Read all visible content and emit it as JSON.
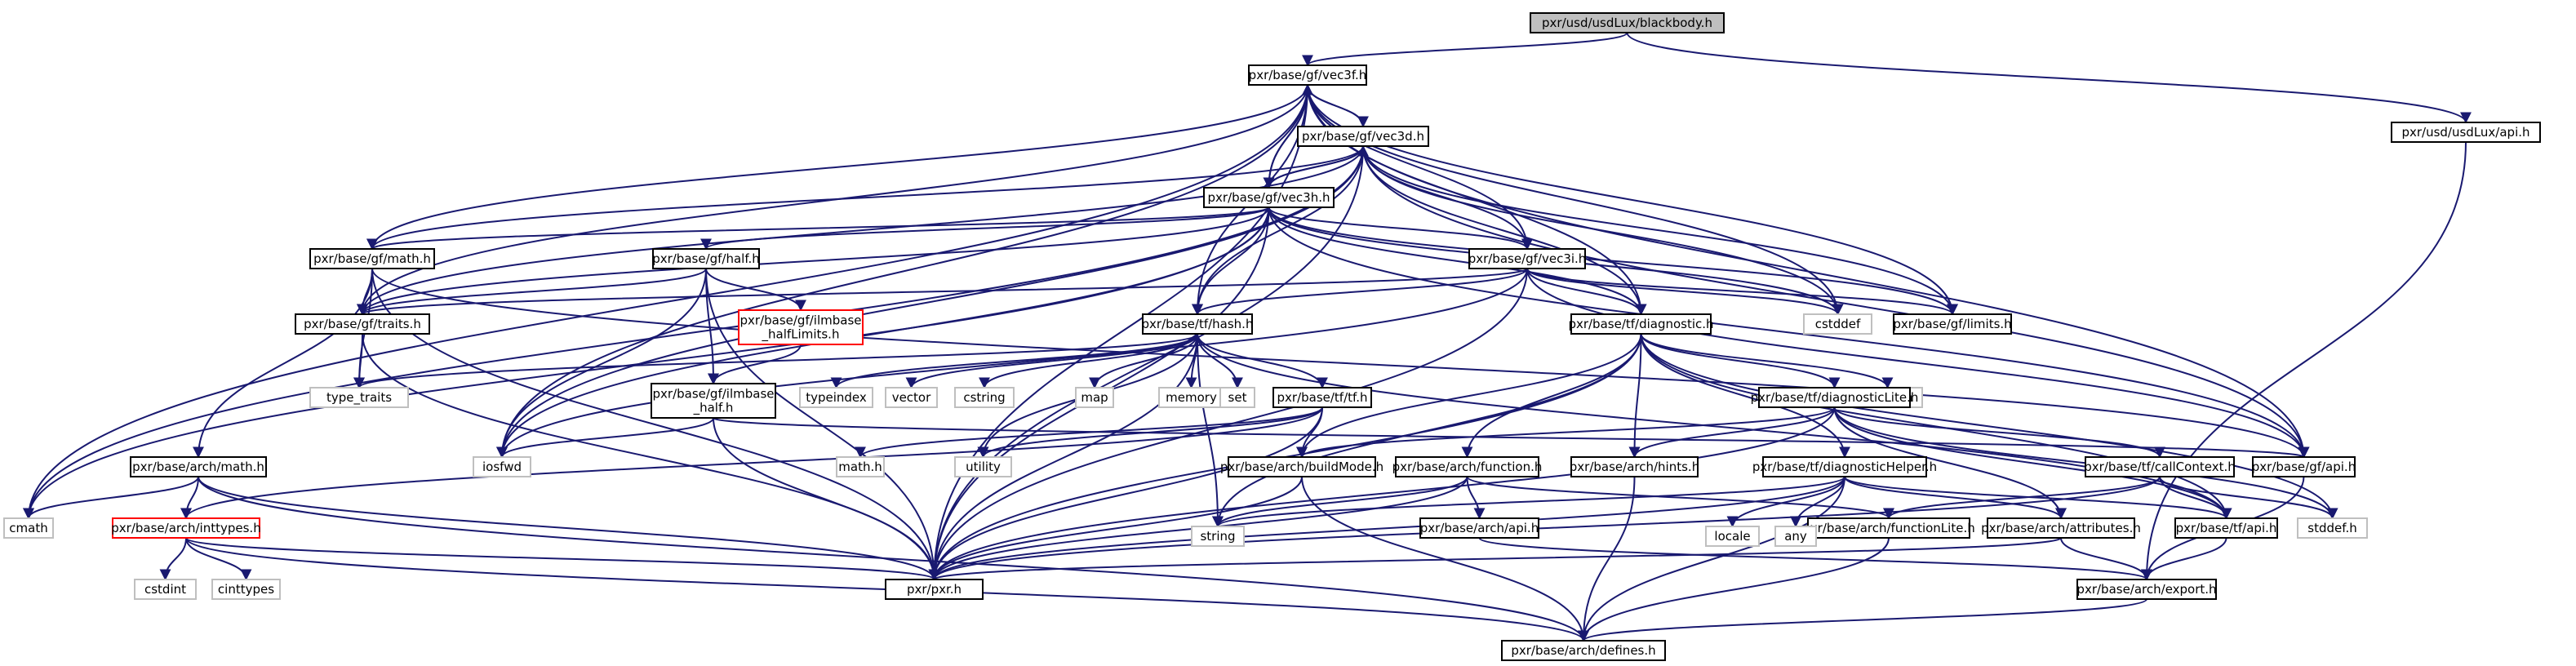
{
  "graph": {
    "nodes": [
      {
        "id": "blackbody",
        "lines": [
          "pxr/usd/usdLux/blackbody.h"
        ],
        "kind": "root"
      },
      {
        "id": "vec3f",
        "lines": [
          "pxr/base/gf/vec3f.h"
        ],
        "kind": "normal"
      },
      {
        "id": "usdluxapi",
        "lines": [
          "pxr/usd/usdLux/api.h"
        ],
        "kind": "normal"
      },
      {
        "id": "vec3d",
        "lines": [
          "pxr/base/gf/vec3d.h"
        ],
        "kind": "normal"
      },
      {
        "id": "vec3h",
        "lines": [
          "pxr/base/gf/vec3h.h"
        ],
        "kind": "normal"
      },
      {
        "id": "gfmath",
        "lines": [
          "pxr/base/gf/math.h"
        ],
        "kind": "normal"
      },
      {
        "id": "gfhalf",
        "lines": [
          "pxr/base/gf/half.h"
        ],
        "kind": "normal"
      },
      {
        "id": "vec3i",
        "lines": [
          "pxr/base/gf/vec3i.h"
        ],
        "kind": "normal"
      },
      {
        "id": "traits",
        "lines": [
          "pxr/base/gf/traits.h"
        ],
        "kind": "normal"
      },
      {
        "id": "ilmhalflimits",
        "lines": [
          "pxr/base/gf/ilmbase",
          "_halfLimits.h"
        ],
        "kind": "red"
      },
      {
        "id": "tfhash",
        "lines": [
          "pxr/base/tf/hash.h"
        ],
        "kind": "normal"
      },
      {
        "id": "cstddef",
        "lines": [
          "cstddef"
        ],
        "kind": "system"
      },
      {
        "id": "gflimits",
        "lines": [
          "pxr/base/gf/limits.h"
        ],
        "kind": "normal"
      },
      {
        "id": "diagnostic",
        "lines": [
          "pxr/base/tf/diagnostic.h"
        ],
        "kind": "normal"
      },
      {
        "id": "typetraits",
        "lines": [
          "type_traits"
        ],
        "kind": "system"
      },
      {
        "id": "ilmhalf",
        "lines": [
          "pxr/base/gf/ilmbase",
          "_half.h"
        ],
        "kind": "normal"
      },
      {
        "id": "typeindex",
        "lines": [
          "typeindex"
        ],
        "kind": "system"
      },
      {
        "id": "vector",
        "lines": [
          "vector"
        ],
        "kind": "system"
      },
      {
        "id": "cstring",
        "lines": [
          "cstring"
        ],
        "kind": "system"
      },
      {
        "id": "map",
        "lines": [
          "map"
        ],
        "kind": "system"
      },
      {
        "id": "memory",
        "lines": [
          "memory"
        ],
        "kind": "system"
      },
      {
        "id": "set",
        "lines": [
          "set"
        ],
        "kind": "system"
      },
      {
        "id": "tftf",
        "lines": [
          "pxr/base/tf/tf.h"
        ],
        "kind": "normal"
      },
      {
        "id": "stdarg",
        "lines": [
          "stdarg.h"
        ],
        "kind": "system"
      },
      {
        "id": "diaglite",
        "lines": [
          "pxr/base/tf/diagnosticLite.h"
        ],
        "kind": "normal"
      },
      {
        "id": "archmath",
        "lines": [
          "pxr/base/arch/math.h"
        ],
        "kind": "normal"
      },
      {
        "id": "iosfwd",
        "lines": [
          "iosfwd"
        ],
        "kind": "system"
      },
      {
        "id": "mathh",
        "lines": [
          "math.h"
        ],
        "kind": "system"
      },
      {
        "id": "utility",
        "lines": [
          "utility"
        ],
        "kind": "system"
      },
      {
        "id": "buildmode",
        "lines": [
          "pxr/base/arch/buildMode.h"
        ],
        "kind": "normal"
      },
      {
        "id": "archfunction",
        "lines": [
          "pxr/base/arch/function.h"
        ],
        "kind": "normal"
      },
      {
        "id": "hints",
        "lines": [
          "pxr/base/arch/hints.h"
        ],
        "kind": "normal"
      },
      {
        "id": "diaghelper",
        "lines": [
          "pxr/base/tf/diagnosticHelper.h"
        ],
        "kind": "normal"
      },
      {
        "id": "callcontext",
        "lines": [
          "pxr/base/tf/callContext.h"
        ],
        "kind": "normal"
      },
      {
        "id": "gfapi",
        "lines": [
          "pxr/base/gf/api.h"
        ],
        "kind": "normal"
      },
      {
        "id": "cmath",
        "lines": [
          "cmath"
        ],
        "kind": "system"
      },
      {
        "id": "inttypes",
        "lines": [
          "pxr/base/arch/inttypes.h"
        ],
        "kind": "red"
      },
      {
        "id": "string",
        "lines": [
          "string"
        ],
        "kind": "system"
      },
      {
        "id": "archapi",
        "lines": [
          "pxr/base/arch/api.h"
        ],
        "kind": "normal"
      },
      {
        "id": "functionlite",
        "lines": [
          "pxr/base/arch/functionLite.h"
        ],
        "kind": "normal"
      },
      {
        "id": "locale",
        "lines": [
          "locale"
        ],
        "kind": "system"
      },
      {
        "id": "any",
        "lines": [
          "any"
        ],
        "kind": "system"
      },
      {
        "id": "attributes",
        "lines": [
          "pxr/base/arch/attributes.h"
        ],
        "kind": "normal"
      },
      {
        "id": "tfapi",
        "lines": [
          "pxr/base/tf/api.h"
        ],
        "kind": "normal"
      },
      {
        "id": "stddef",
        "lines": [
          "stddef.h"
        ],
        "kind": "system"
      },
      {
        "id": "cstdint",
        "lines": [
          "cstdint"
        ],
        "kind": "system"
      },
      {
        "id": "cinttypes",
        "lines": [
          "cinttypes"
        ],
        "kind": "system"
      },
      {
        "id": "pxr",
        "lines": [
          "pxr/pxr.h"
        ],
        "kind": "normal"
      },
      {
        "id": "export",
        "lines": [
          "pxr/base/arch/export.h"
        ],
        "kind": "normal"
      },
      {
        "id": "defines",
        "lines": [
          "pxr/base/arch/defines.h"
        ],
        "kind": "normal"
      }
    ],
    "edges": [
      [
        "blackbody",
        "vec3f"
      ],
      [
        "blackbody",
        "usdluxapi"
      ],
      [
        "vec3f",
        "vec3d"
      ],
      [
        "vec3f",
        "vec3h"
      ],
      [
        "vec3f",
        "gfmath"
      ],
      [
        "vec3f",
        "vec3i"
      ],
      [
        "vec3f",
        "traits"
      ],
      [
        "vec3f",
        "tfhash"
      ],
      [
        "vec3f",
        "cstddef"
      ],
      [
        "vec3f",
        "gflimits"
      ],
      [
        "vec3f",
        "diagnostic"
      ],
      [
        "vec3f",
        "cmath"
      ],
      [
        "vec3f",
        "iosfwd"
      ],
      [
        "vec3f",
        "pxr"
      ],
      [
        "vec3f",
        "gfapi"
      ],
      [
        "usdluxapi",
        "export"
      ],
      [
        "vec3d",
        "vec3f"
      ],
      [
        "vec3d",
        "vec3h"
      ],
      [
        "vec3d",
        "gfmath"
      ],
      [
        "vec3d",
        "vec3i"
      ],
      [
        "vec3d",
        "traits"
      ],
      [
        "vec3d",
        "tfhash"
      ],
      [
        "vec3d",
        "cstddef"
      ],
      [
        "vec3d",
        "gflimits"
      ],
      [
        "vec3d",
        "diagnostic"
      ],
      [
        "vec3d",
        "cmath"
      ],
      [
        "vec3d",
        "iosfwd"
      ],
      [
        "vec3d",
        "pxr"
      ],
      [
        "vec3d",
        "gfapi"
      ],
      [
        "vec3h",
        "vec3f"
      ],
      [
        "vec3h",
        "vec3d"
      ],
      [
        "vec3h",
        "gfmath"
      ],
      [
        "vec3h",
        "gfhalf"
      ],
      [
        "vec3h",
        "vec3i"
      ],
      [
        "vec3h",
        "traits"
      ],
      [
        "vec3h",
        "tfhash"
      ],
      [
        "vec3h",
        "cstddef"
      ],
      [
        "vec3h",
        "gflimits"
      ],
      [
        "vec3h",
        "diagnostic"
      ],
      [
        "vec3h",
        "cmath"
      ],
      [
        "vec3h",
        "iosfwd"
      ],
      [
        "vec3h",
        "pxr"
      ],
      [
        "vec3h",
        "gfapi"
      ],
      [
        "gfmath",
        "traits"
      ],
      [
        "gfmath",
        "archmath"
      ],
      [
        "gfmath",
        "typetraits"
      ],
      [
        "gfmath",
        "pxr"
      ],
      [
        "gfmath",
        "gfapi"
      ],
      [
        "gfhalf",
        "traits"
      ],
      [
        "gfhalf",
        "ilmhalflimits"
      ],
      [
        "gfhalf",
        "ilmhalf"
      ],
      [
        "gfhalf",
        "iosfwd"
      ],
      [
        "gfhalf",
        "pxr"
      ],
      [
        "vec3i",
        "traits"
      ],
      [
        "vec3i",
        "tfhash"
      ],
      [
        "vec3i",
        "cstddef"
      ],
      [
        "vec3i",
        "gflimits"
      ],
      [
        "vec3i",
        "diagnostic"
      ],
      [
        "vec3i",
        "iosfwd"
      ],
      [
        "vec3i",
        "pxr"
      ],
      [
        "vec3i",
        "gfapi"
      ],
      [
        "traits",
        "typetraits"
      ],
      [
        "traits",
        "pxr"
      ],
      [
        "ilmhalflimits",
        "ilmhalf"
      ],
      [
        "tfhash",
        "typetraits"
      ],
      [
        "tfhash",
        "typeindex"
      ],
      [
        "tfhash",
        "vector"
      ],
      [
        "tfhash",
        "cstring"
      ],
      [
        "tfhash",
        "map"
      ],
      [
        "tfhash",
        "memory"
      ],
      [
        "tfhash",
        "set"
      ],
      [
        "tfhash",
        "tftf"
      ],
      [
        "tfhash",
        "string"
      ],
      [
        "tfhash",
        "utility"
      ],
      [
        "tfhash",
        "pxr"
      ],
      [
        "tfhash",
        "tfapi"
      ],
      [
        "diagnostic",
        "diaglite"
      ],
      [
        "diagnostic",
        "diaghelper"
      ],
      [
        "diagnostic",
        "archfunction"
      ],
      [
        "diagnostic",
        "hints"
      ],
      [
        "diagnostic",
        "stdarg"
      ],
      [
        "diagnostic",
        "stddef"
      ],
      [
        "diagnostic",
        "string"
      ],
      [
        "diagnostic",
        "buildmode"
      ],
      [
        "diagnostic",
        "pxr"
      ],
      [
        "diagnostic",
        "tfapi"
      ],
      [
        "ilmhalf",
        "iosfwd"
      ],
      [
        "ilmhalf",
        "pxr"
      ],
      [
        "ilmhalf",
        "gfapi"
      ],
      [
        "tftf",
        "mathh"
      ],
      [
        "tftf",
        "utility"
      ],
      [
        "tftf",
        "buildmode"
      ],
      [
        "tftf",
        "inttypes"
      ],
      [
        "tftf",
        "pxr"
      ],
      [
        "diaglite",
        "callcontext"
      ],
      [
        "diaglite",
        "attributes"
      ],
      [
        "diaglite",
        "hints"
      ],
      [
        "diaglite",
        "buildmode"
      ],
      [
        "diaglite",
        "stddef"
      ],
      [
        "diaglite",
        "tfapi"
      ],
      [
        "diaglite",
        "pxr"
      ],
      [
        "archmath",
        "cmath"
      ],
      [
        "archmath",
        "inttypes"
      ],
      [
        "archmath",
        "defines"
      ],
      [
        "archmath",
        "pxr"
      ],
      [
        "buildmode",
        "defines"
      ],
      [
        "buildmode",
        "pxr"
      ],
      [
        "archfunction",
        "archapi"
      ],
      [
        "archfunction",
        "functionlite"
      ],
      [
        "archfunction",
        "string"
      ],
      [
        "archfunction",
        "pxr"
      ],
      [
        "hints",
        "defines"
      ],
      [
        "diaghelper",
        "locale"
      ],
      [
        "diaghelper",
        "any"
      ],
      [
        "diaghelper",
        "attributes"
      ],
      [
        "diaghelper",
        "tfapi"
      ],
      [
        "diaghelper",
        "string"
      ],
      [
        "diaghelper",
        "defines"
      ],
      [
        "diaghelper",
        "pxr"
      ],
      [
        "callcontext",
        "functionlite"
      ],
      [
        "callcontext",
        "tfapi"
      ],
      [
        "callcontext",
        "stddef"
      ],
      [
        "callcontext",
        "pxr"
      ],
      [
        "gfapi",
        "export"
      ],
      [
        "inttypes",
        "cstdint"
      ],
      [
        "inttypes",
        "cinttypes"
      ],
      [
        "inttypes",
        "pxr"
      ],
      [
        "inttypes",
        "defines"
      ],
      [
        "archapi",
        "export"
      ],
      [
        "functionlite",
        "defines"
      ],
      [
        "attributes",
        "export"
      ],
      [
        "attributes",
        "pxr"
      ],
      [
        "tfapi",
        "export"
      ],
      [
        "export",
        "defines"
      ]
    ]
  }
}
